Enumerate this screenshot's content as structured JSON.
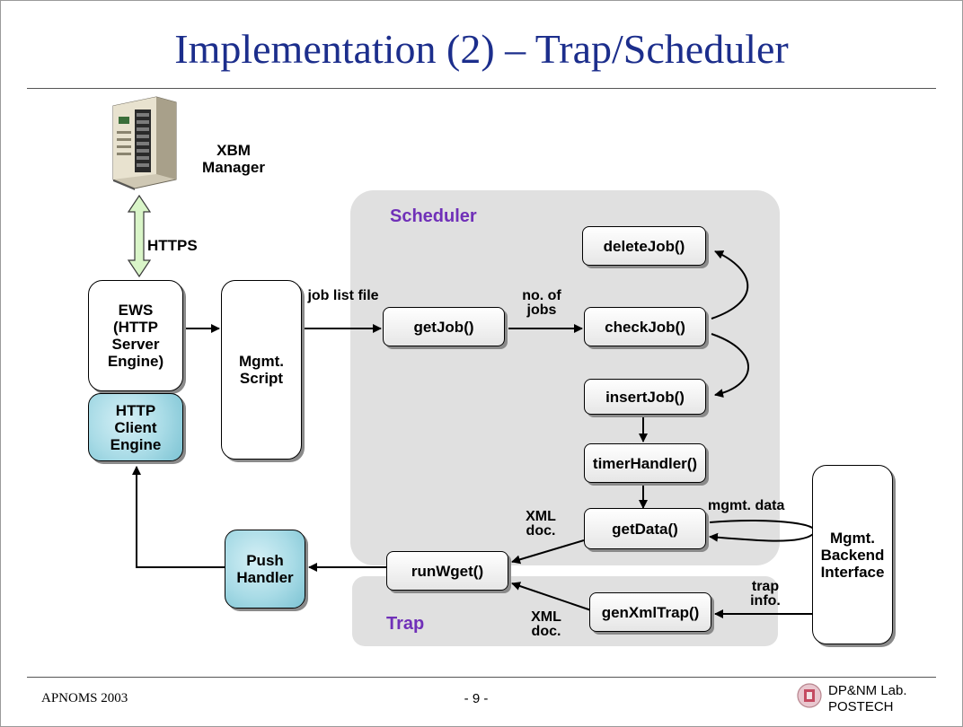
{
  "slide": {
    "title": "Implementation (2) – Trap/Scheduler",
    "footer_left": "APNOMS 2003",
    "page_number": "- 9 -",
    "lab_line1": "DP&NM Lab.",
    "lab_line2": "POSTECH"
  },
  "regions": {
    "scheduler": "Scheduler",
    "trap": "Trap"
  },
  "nodes": {
    "xbm_manager": "XBM Manager",
    "ews": "EWS (HTTP Server Engine)",
    "http_client": "HTTP Client Engine",
    "mgmt_script": "Mgmt. Script",
    "get_job": "getJob()",
    "check_job": "checkJob()",
    "delete_job": "deleteJob()",
    "insert_job": "insertJob()",
    "timer_handler": "timerHandler()",
    "get_data": "getData()",
    "run_wget": "runWget()",
    "gen_xml_trap": "genXmlTrap()",
    "push_handler": "Push Handler",
    "mgmt_backend": "Mgmt. Backend Interface"
  },
  "edges": {
    "https": "HTTPS",
    "job_list_file": "job list file",
    "no_of_jobs": "no. of jobs",
    "xml_doc_scheduler": "XML doc.",
    "mgmt_data": "mgmt. data",
    "trap_info": "trap info.",
    "xml_doc_trap": "XML doc."
  },
  "colors": {
    "title": "#1c2e8c",
    "region_fill": "#e0e0e0",
    "region_label": "#7030b8",
    "client_fill": "#a8dbe6",
    "https_arrow": "#d9f5c8"
  }
}
